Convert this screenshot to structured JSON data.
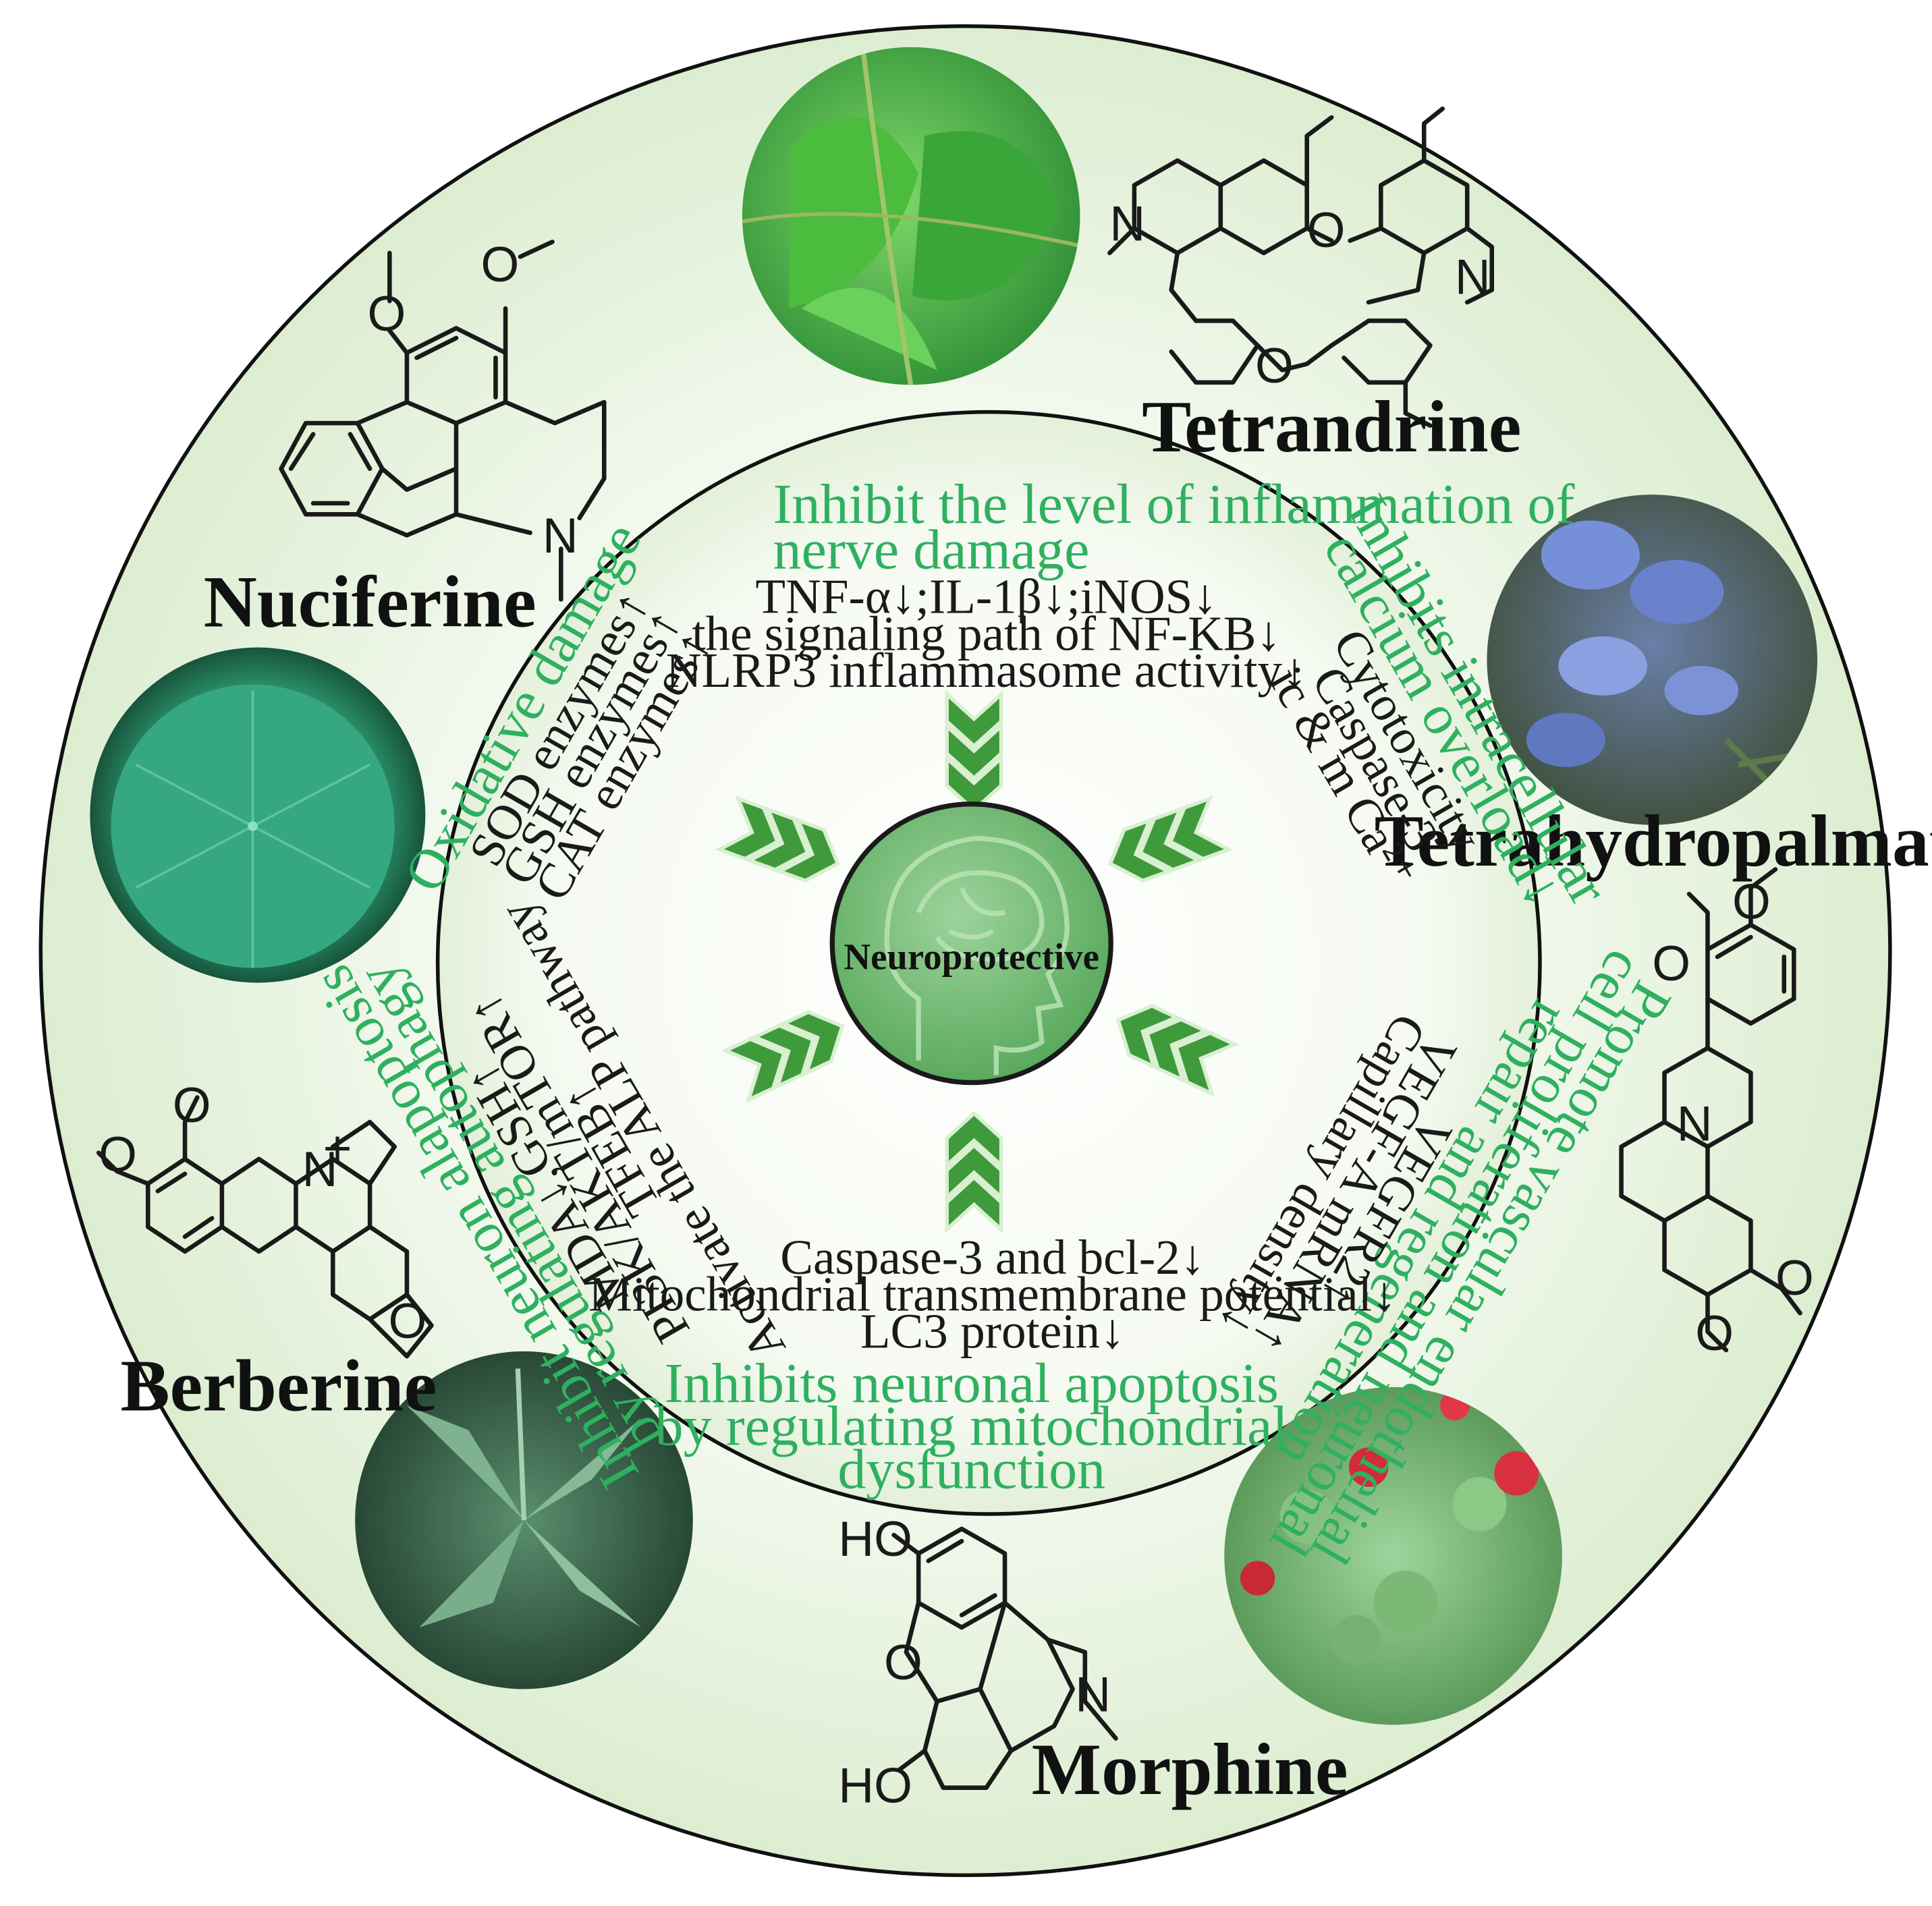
{
  "center": {
    "label": "Neuroprotective"
  },
  "compounds": [
    {
      "id": "nuciferine",
      "name": "Nuciferine",
      "plant_icon": "lotus-leaf-photo"
    },
    {
      "id": "tetrandrine",
      "name": "Tetrandrine",
      "plant_icon": "stephania-vine-photo"
    },
    {
      "id": "tetrahydropalmatine",
      "name": "Tetrahydropalmatine",
      "plant_icon": "corydalis-flower-photo"
    },
    {
      "id": "morphine",
      "name": "Morphine",
      "plant_icon": "poppy-field-photo"
    },
    {
      "id": "berberine",
      "name": "Berberine",
      "plant_icon": "coptis-leaf-photo"
    }
  ],
  "structure_labels": {
    "nuciferine": {
      "n": "N"
    },
    "tetrandrine": {
      "n": "N",
      "o": "O"
    },
    "thp": {
      "n": "N"
    },
    "berberine": {
      "n": "N",
      "charge": "+"
    },
    "morphine": {
      "ho": "HO",
      "o": "O",
      "n": "N"
    }
  },
  "mechanisms": {
    "top": {
      "heading": [
        "Inhibit the level of inflammation of",
        "nerve damage"
      ],
      "items": [
        "TNF-α↓;IL-1β↓;iNOS↓",
        "the signaling path of NF-KB↓",
        "NLRP3 inflammasome activity↓"
      ]
    },
    "upper_left": {
      "heading": "Oxidative damage",
      "items": [
        "SOD enzymes↑",
        "GSH enzymes↑",
        "CAT enzymes↑"
      ]
    },
    "upper_right": {
      "heading": [
        "Inhibits intracellular",
        "calcium overload↓"
      ],
      "items": [
        "Cytotoxicity",
        "Caspase-3",
        "ic & m Ca²⁺"
      ]
    },
    "lower_left": {
      "heading": [
        "Inhibit neuron alapoptosis",
        "by regulating autophagy"
      ],
      "items": [
        "MDA↓,GSH↑",
        "PI3K/AKT/mTOR↑",
        "TFEB↑",
        "Activate the ALP pathway"
      ]
    },
    "lower_right": {
      "heading": [
        "Promote vascular endothelial",
        "cell proliferation and neuronal",
        "repair and regeneration"
      ],
      "items": [
        "VEGFR2↑",
        "VEGF-A mRNA↑",
        "Capillary density↓"
      ]
    },
    "bottom": {
      "heading": [
        "Inhibits neuronal apoptosis",
        "by regulating mitochondrial",
        "dysfunction"
      ],
      "items": [
        "Caspase-3 and bcl-2↓",
        "Mitochondrial transmembrane potential↓",
        "LC3 protein↓"
      ]
    }
  },
  "colors": {
    "accent_green": "#2fb060",
    "chevron_green": "#3f9a3c",
    "center_fill": "#6fbf73",
    "ring_fill": "#eaf4e2",
    "outline": "#111111"
  }
}
